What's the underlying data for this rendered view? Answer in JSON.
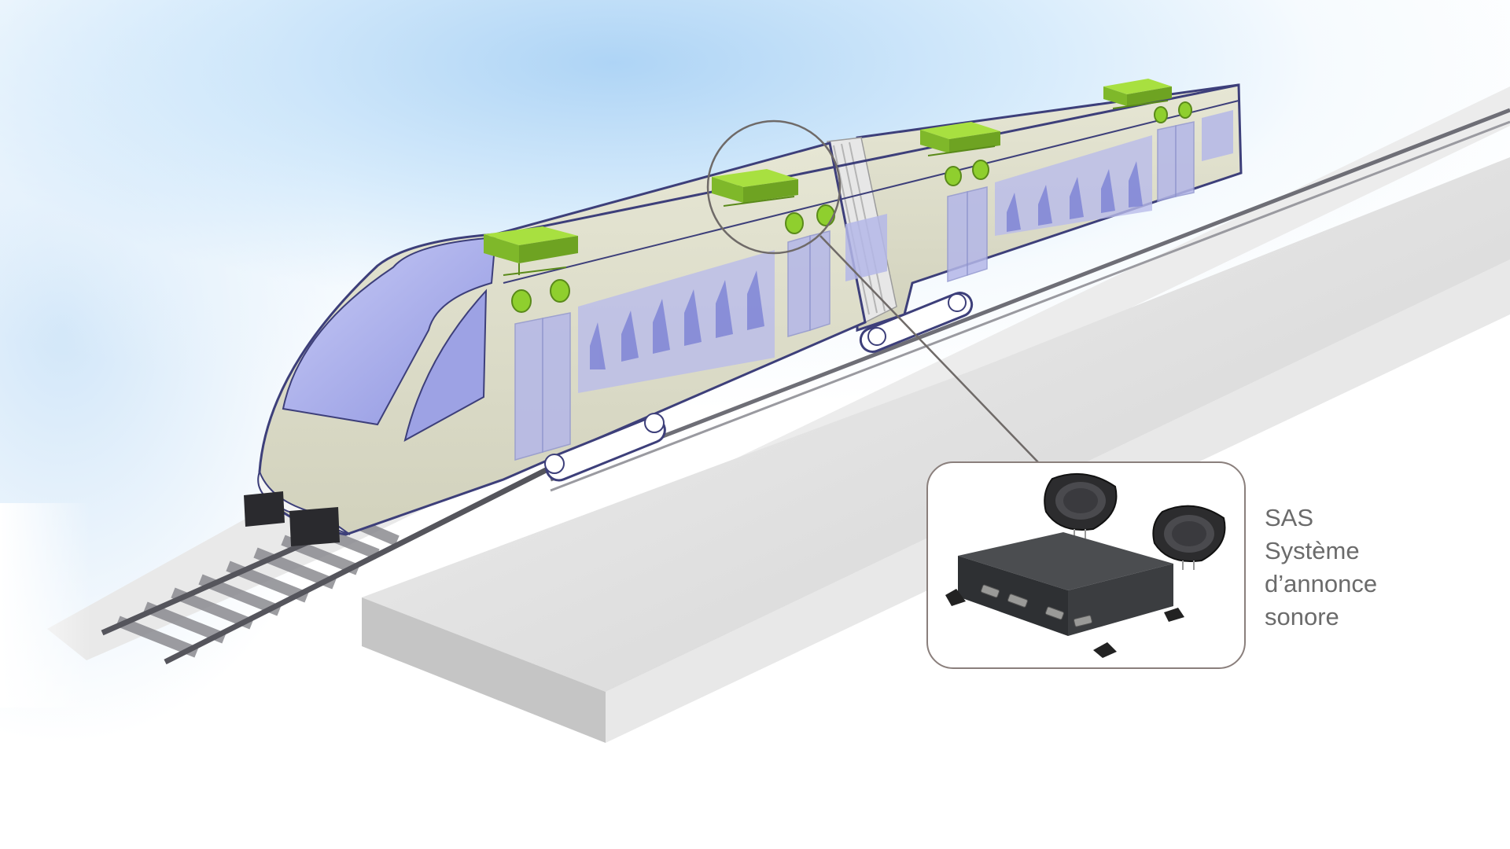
{
  "labels": {
    "abbreviation": "SAS",
    "line1": "Système",
    "line2": "d’annonce",
    "line3": "sonore"
  },
  "colors": {
    "train_body": "#dcdcc8",
    "train_outline": "#3d3f7a",
    "window_tint": "#a9aee6",
    "equipment_green": "#8fcf2e",
    "platform": "#e1e1e1",
    "label_text": "#6b6b6b",
    "callout_border": "#8a7f7c"
  },
  "icons": [
    "green-amplifier-box-icon",
    "speaker-icon",
    "magnifier-circle-icon"
  ]
}
